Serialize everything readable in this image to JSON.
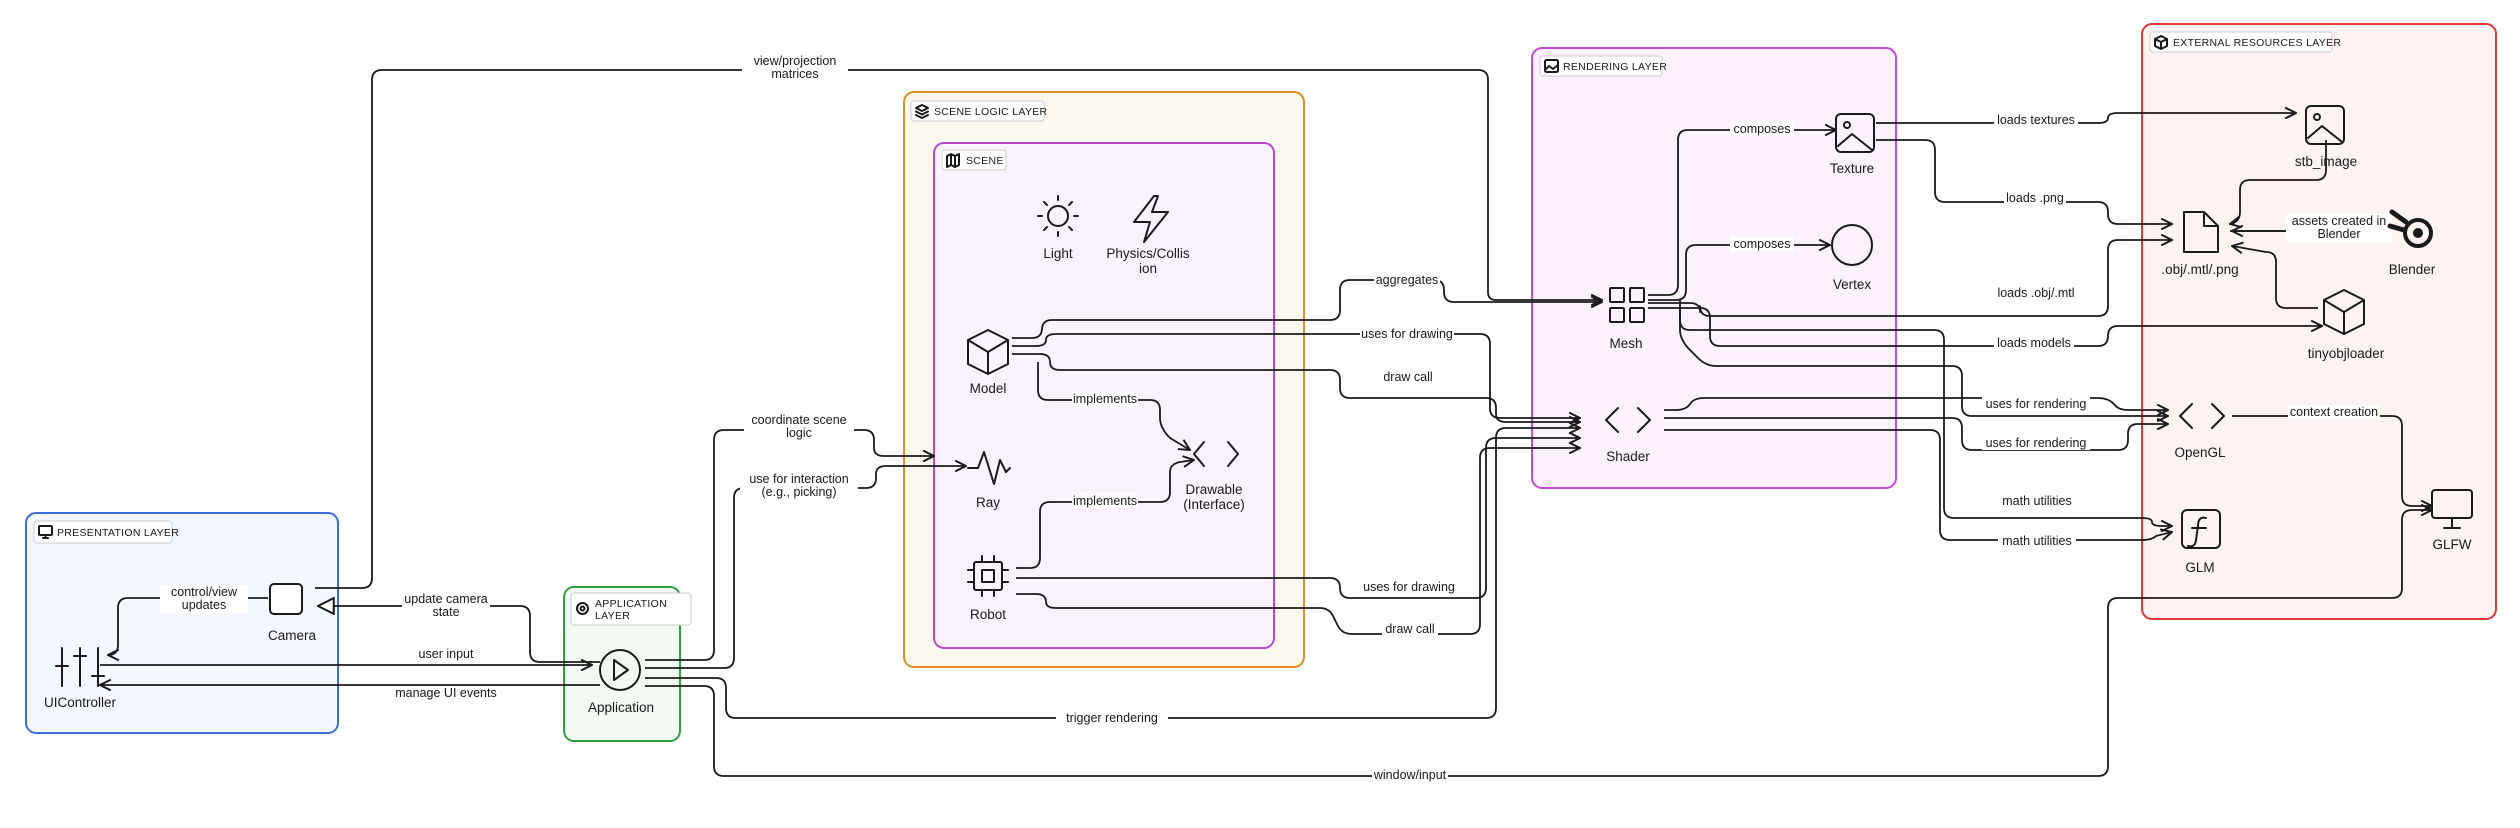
{
  "groups": {
    "presentation": {
      "title": "PRESENTATION LAYER",
      "icon": "monitor-icon",
      "color": "#3b6fd6"
    },
    "application": {
      "title_line1": "APPLICATION",
      "title_line2": "LAYER",
      "icon": "gear-icon",
      "color": "#2ea043"
    },
    "scene_logic": {
      "title": "SCENE LOGIC LAYER",
      "icon": "layers-icon",
      "color": "#d9902b"
    },
    "scene": {
      "title": "SCENE",
      "icon": "map-icon",
      "color": "#b44bd1"
    },
    "rendering": {
      "title": "RENDERING LAYER",
      "icon": "image-icon",
      "color": "#c44bd4"
    },
    "external": {
      "title": "EXTERNAL RESOURCES LAYER",
      "icon": "package-icon",
      "color": "#e0383b"
    }
  },
  "nodes": {
    "camera": "Camera",
    "uicontroller": "UIController",
    "application": "Application",
    "light": "Light",
    "physics_line1": "Physics/Collis",
    "physics_line2": "ion",
    "model": "Model",
    "ray": "Ray",
    "robot": "Robot",
    "drawable_line1": "Drawable",
    "drawable_line2": "(Interface)",
    "texture": "Texture",
    "vertex": "Vertex",
    "mesh": "Mesh",
    "shader": "Shader",
    "stb_image": "stb_image",
    "objfile": ".obj/.mtl/.png",
    "blender": "Blender",
    "tinyobjloader": "tinyobjloader",
    "opengl": "OpenGL",
    "glm": "GLM",
    "glfw": "GLFW"
  },
  "edges": {
    "view_projection_1": "view/projection",
    "view_projection_2": "matrices",
    "control_view_1": "control/view",
    "control_view_2": "updates",
    "update_camera_1": "update camera",
    "update_camera_2": "state",
    "user_input": "user input",
    "manage_ui": "manage UI events",
    "coordinate_1": "coordinate scene",
    "coordinate_2": "logic",
    "use_interaction_1": "use for interaction",
    "use_interaction_2": "(e.g., picking)",
    "trigger_rendering": "trigger rendering",
    "window_input": "window/input",
    "aggregates": "aggregates",
    "uses_drawing_model": "uses for drawing",
    "draw_call_model": "draw call",
    "implements_model": "implements",
    "implements_robot": "implements",
    "uses_drawing_robot": "uses for drawing",
    "draw_call_robot": "draw call",
    "composes_texture": "composes",
    "composes_vertex": "composes",
    "loads_textures": "loads textures",
    "loads_png": "loads .png",
    "loads_obj": "loads .obj/.mtl",
    "loads_models": "loads models",
    "uses_rendering_1": "uses for rendering",
    "uses_rendering_2": "uses for rendering",
    "math_utilities_1": "math utilities",
    "math_utilities_2": "math utilities",
    "assets_created_1": "assets created in",
    "assets_created_2": "Blender",
    "context_creation": "context creation"
  }
}
